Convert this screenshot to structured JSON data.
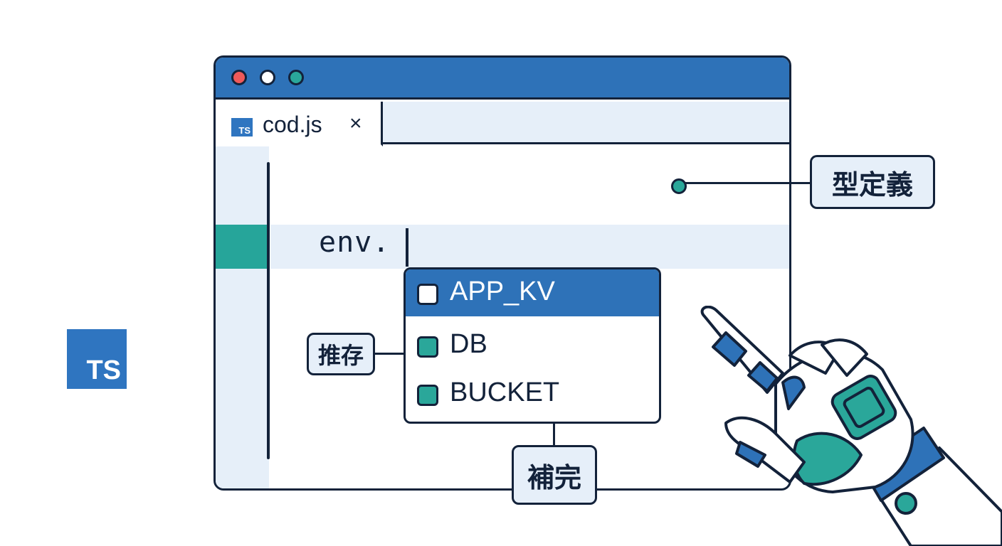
{
  "logo": {
    "text": "TS"
  },
  "window": {
    "tab": {
      "icon_text": "TS",
      "filename": "cod.js",
      "close_glyph": "×"
    },
    "code": {
      "text": "env."
    }
  },
  "autocomplete": {
    "items": [
      {
        "label": "APP_KV",
        "selected": true
      },
      {
        "label": "DB",
        "selected": false
      },
      {
        "label": "BUCKET",
        "selected": false
      }
    ]
  },
  "callouts": {
    "type_definition": "型定義",
    "inference": "推存",
    "completion": "補完"
  },
  "colors": {
    "titlebar": "#2e72b8",
    "accent_teal": "#2aa79a",
    "outline": "#13223a",
    "light_fill": "#e6eff9",
    "close_red": "#ef5a5a"
  }
}
